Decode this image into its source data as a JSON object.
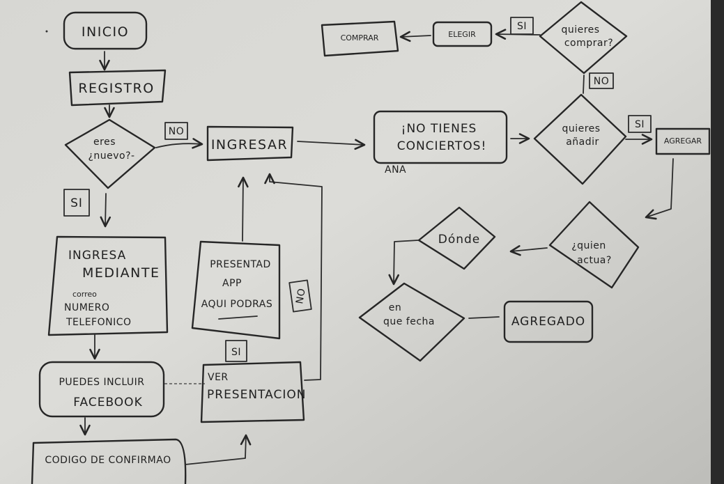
{
  "nodes": {
    "inicio": "INICIO",
    "registro": "REGISTRO",
    "eres_nuevo": [
      "eres",
      "¿nuevo?-"
    ],
    "ingresa_mediante": [
      "INGRESA",
      "MEDIANTE",
      "correo",
      "NUMERO",
      "TELEFONICO"
    ],
    "puedes_incluir": [
      "PUEDES INCLUIR",
      "FACEBOOK"
    ],
    "codigo": "CODIGO DE CONFIRMAO",
    "presentacion_app": [
      "PRESENTAD",
      "APP",
      "AQUI PODRAS"
    ],
    "ver_presentacion": [
      "VER",
      "PRESENTACION"
    ],
    "ingresar": "INGRESAR",
    "no_tienes": [
      "¡NO TIENES",
      "CONCIERTOS!"
    ],
    "ana": "ANA",
    "quieres_anadir": [
      "quieres",
      "añadir"
    ],
    "agregar": "AGREGAR",
    "quieres_comprar": [
      "quieres",
      "comprar?"
    ],
    "elegir": "ELEGIR",
    "comprar": "COMPRAR",
    "quien_actua": [
      "¿quien",
      "actua?"
    ],
    "donde": "Dónde",
    "en_que_fecha": [
      "en",
      "que fecha"
    ],
    "agregado": "AGREGADO"
  },
  "edge_labels": {
    "no_registro": "NO",
    "si_registro": "SI",
    "si_presentacion": "SI",
    "no_presentacion": "NO",
    "si_anadir": "SI",
    "no_comprar": "NO",
    "si_comprar": "SI"
  }
}
